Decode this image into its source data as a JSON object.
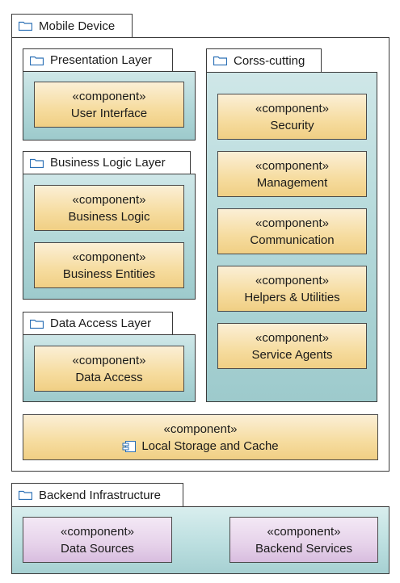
{
  "diagram": {
    "stereotype": "«component»",
    "packages": {
      "mobile_device": {
        "label": "Mobile Device"
      },
      "presentation_layer": {
        "label": "Presentation Layer"
      },
      "business_logic_layer": {
        "label": "Business Logic Layer"
      },
      "data_access_layer": {
        "label": "Data Access Layer"
      },
      "cross_cutting": {
        "label": "Corss-cutting"
      },
      "backend_infrastructure": {
        "label": "Backend Infrastructure"
      }
    },
    "components": {
      "user_interface": "User Interface",
      "business_logic": "Business Logic",
      "business_entities": "Business Entities",
      "data_access": "Data Access",
      "security": "Security",
      "management": "Management",
      "communication": "Communication",
      "helpers_utilities": "Helpers & Utilities",
      "service_agents": "Service Agents",
      "local_storage_cache": "Local Storage and Cache",
      "data_sources": "Data Sources",
      "backend_services": "Backend Services"
    },
    "colors": {
      "component_fill": "#f6dc9f",
      "backend_component_fill": "#e6d2ea",
      "layer_fill": "#b6dadb",
      "folder_icon": "#2a6fb5",
      "border": "#3a3a3a"
    },
    "icons": {
      "package": "folder-icon",
      "component": "component-icon"
    }
  }
}
